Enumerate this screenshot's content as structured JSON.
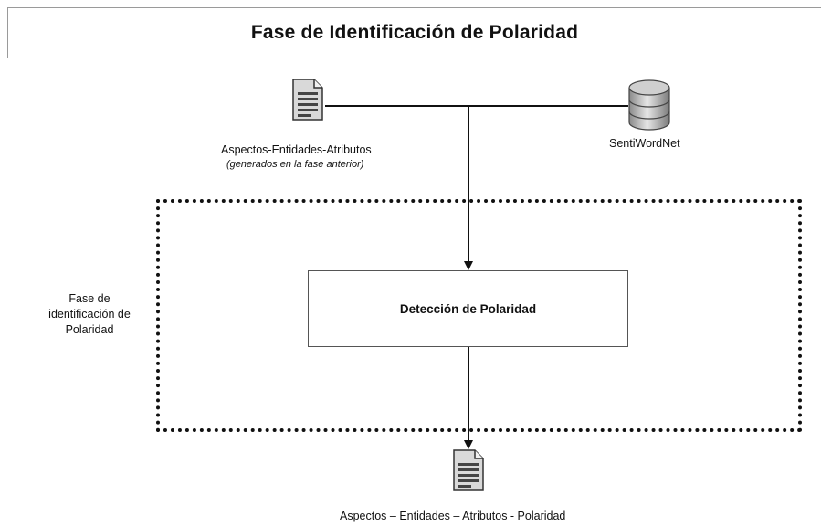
{
  "header": {
    "title": "Fase de Identificación de Polaridad"
  },
  "inputs": {
    "aspects_label": "Aspectos-Entidades-Atributos",
    "aspects_note": "(generados en la fase anterior)",
    "lexicon_label": "SentiWordNet"
  },
  "phase": {
    "label": "Fase de\nidentificación de\nPolaridad"
  },
  "process": {
    "label": "Detección de Polaridad"
  },
  "output": {
    "label": "Aspectos – Entidades – Atributos - Polaridad"
  },
  "icons": {
    "input_document": "document-icon",
    "lexicon": "database-icon",
    "output_document": "document-icon"
  },
  "colors": {
    "line": "#111111",
    "icon_fill": "#d9d9d9",
    "db_fill": "#bdbdbd"
  }
}
